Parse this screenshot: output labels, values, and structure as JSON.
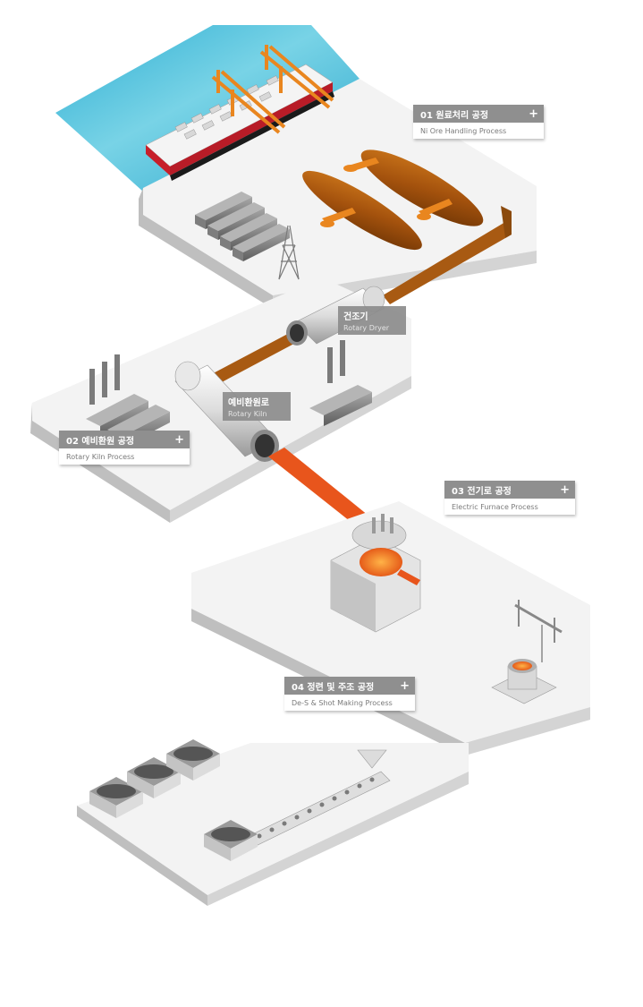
{
  "colors": {
    "water": "#38b9d6",
    "platform_top": "#f2f2f2",
    "platform_side": "#cfcfcf",
    "conveyor": "#a85a12",
    "molten": "#e8551c",
    "crane": "#e9861f",
    "card_header": "#8f8f8f"
  },
  "process_cards": [
    {
      "id": "01",
      "title": "01 원료처리 공정",
      "subtitle": "Ni Ore Handling Process",
      "plus": "+"
    },
    {
      "id": "02",
      "title": "02 예비환원 공정",
      "subtitle": "Rotary Kiln Process",
      "plus": "+"
    },
    {
      "id": "03",
      "title": "03 전기로 공정",
      "subtitle": "Electric Furnace Process",
      "plus": "+"
    },
    {
      "id": "04",
      "title": "04 정련 및 주조 공정",
      "subtitle": "De-S & Shot Making Process",
      "plus": "+"
    }
  ],
  "equipment_tags": [
    {
      "ko": "건조기",
      "en": "Rotary Dryer"
    },
    {
      "ko": "예비환원로",
      "en": "Rotary Kiln"
    }
  ],
  "icons": [
    "ship-icon",
    "stacker-crane-icon",
    "storage-shed-icon",
    "transmission-tower-icon",
    "rotary-dryer-icon",
    "rotary-kiln-icon",
    "chimney-icon",
    "electric-furnace-icon",
    "ladle-icon",
    "shot-bin-icon",
    "casting-line-icon"
  ]
}
